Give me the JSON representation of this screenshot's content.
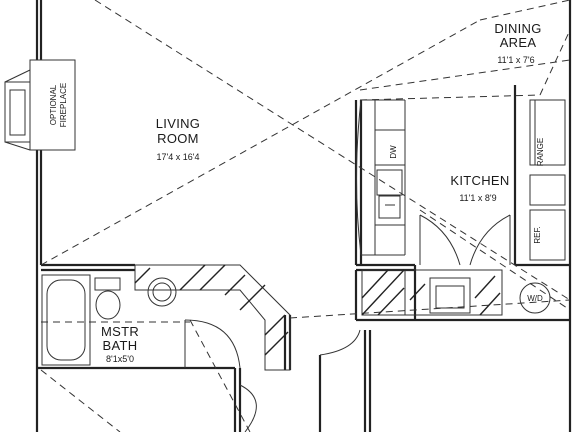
{
  "rooms": {
    "living": {
      "name_line1": "LIVING",
      "name_line2": "ROOM",
      "dimensions": "17'4 x 16'4"
    },
    "dining": {
      "name_line1": "DINING",
      "name_line2": "AREA",
      "dimensions": "11'1 x 7'6"
    },
    "kitchen": {
      "name": "KITCHEN",
      "dimensions": "11'1 x 8'9"
    },
    "bath": {
      "name_line1": "MSTR",
      "name_line2": "BATH",
      "dimensions": "8'1x5'0"
    }
  },
  "fixtures": {
    "fireplace_line1": "OPTIONAL",
    "fireplace_line2": "FIREPLACE",
    "dishwasher": "DW",
    "range": "RANGE",
    "refrigerator": "REF.",
    "washer": "W",
    "dryer": "D"
  }
}
